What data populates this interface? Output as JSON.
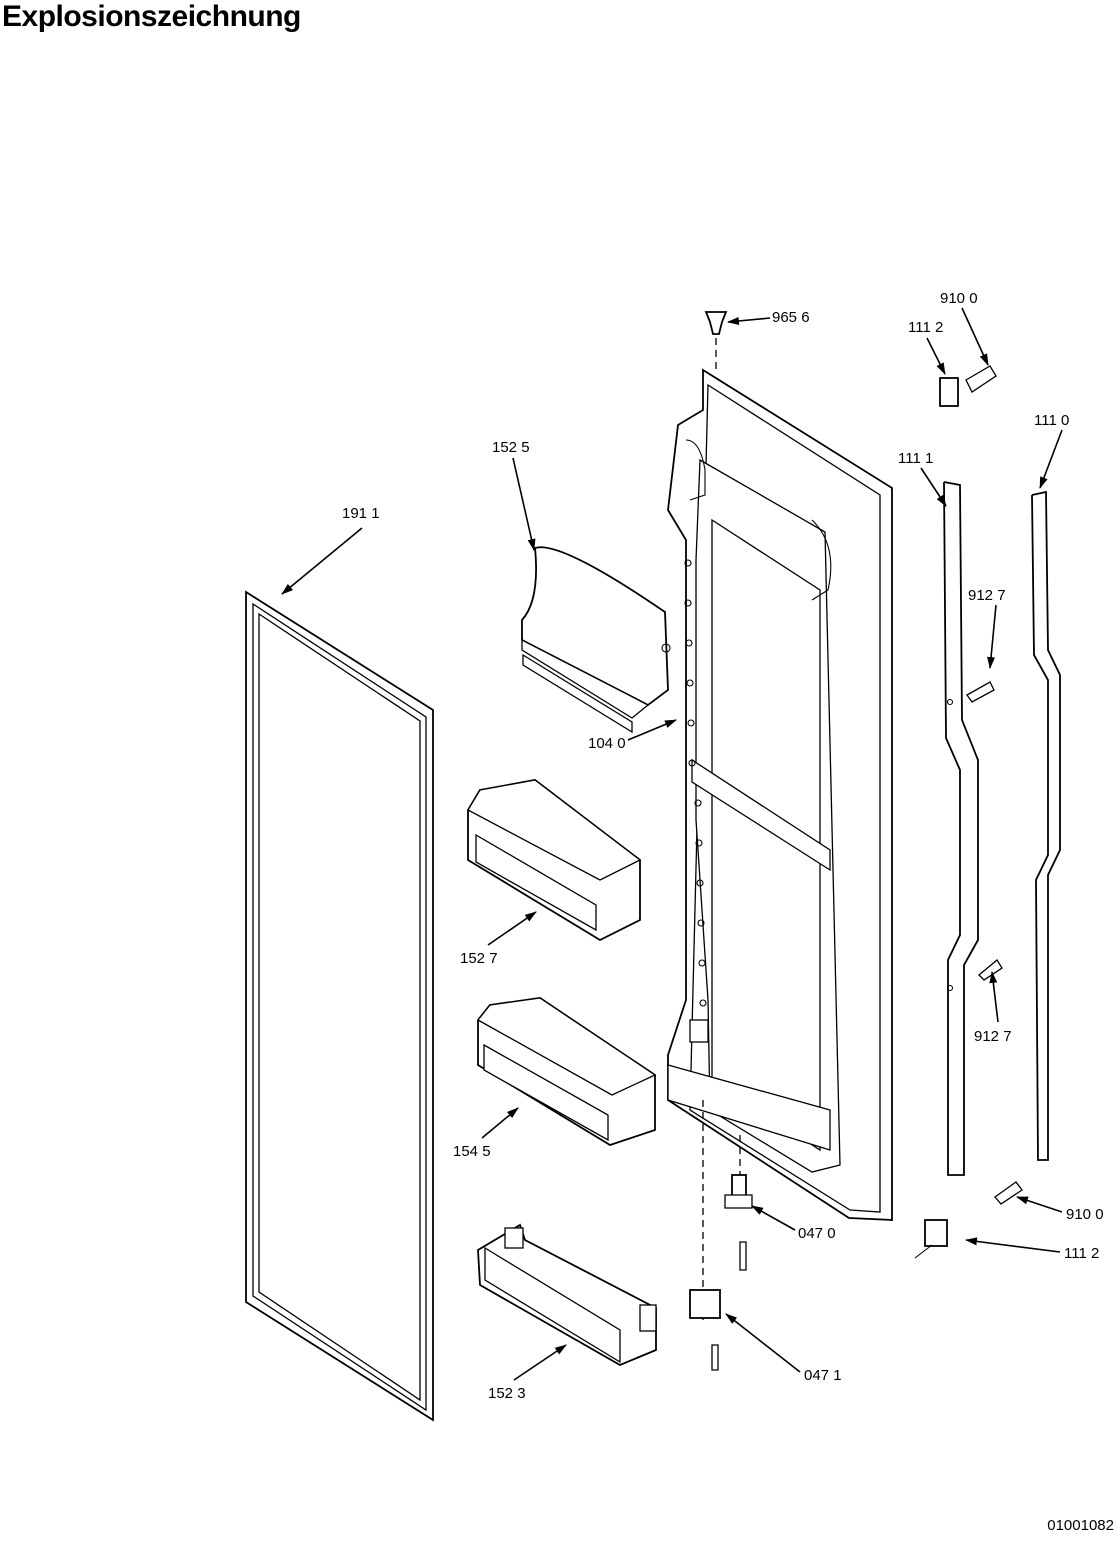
{
  "title": "Explosionszeichnung",
  "drawing_number": "01001082",
  "callouts": {
    "c9656": "965 6",
    "c9100_top": "910 0",
    "c1112_top": "111 2",
    "c1110": "111 0",
    "c1525": "152 5",
    "c1111": "111 1",
    "c1911": "191 1",
    "c9127_top": "912 7",
    "c1040": "104 0",
    "c1527": "152 7",
    "c9127_bottom": "912 7",
    "c1545": "154 5",
    "c9100_bottom": "910 0",
    "c0470": "047 0",
    "c1112_bottom": "111 2",
    "c0471": "047 1",
    "c1523": "152 3"
  }
}
